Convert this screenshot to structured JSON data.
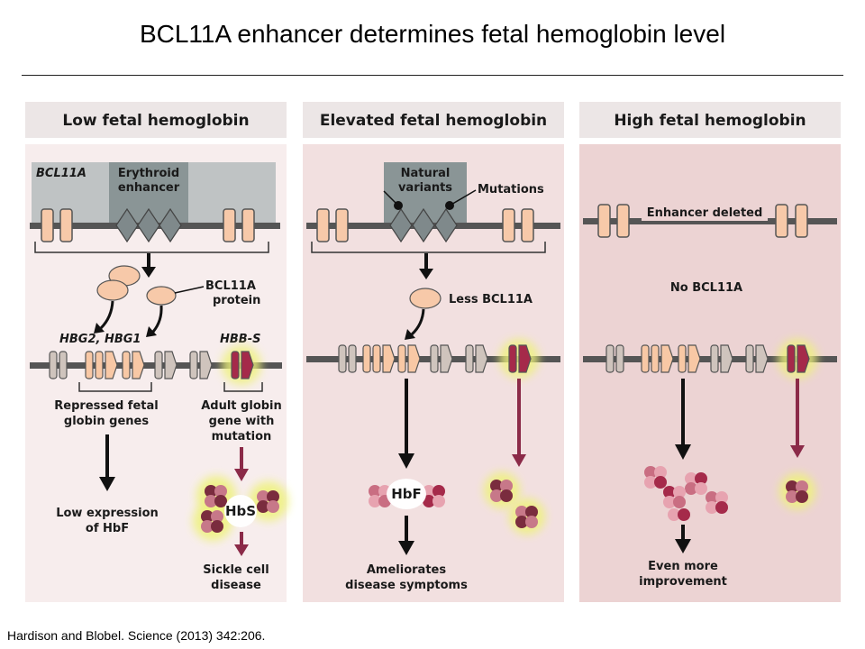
{
  "title": "BCL11A enhancer determines fetal hemoglobin level",
  "citation": "Hardison and Blobel. Science (2013) 342:206.",
  "colors": {
    "panel_low_bg": "#f7eded",
    "panel_elev_bg": "#f2e0e0",
    "panel_high_bg": "#ecd3d3",
    "header_bg": "#ece6e6",
    "enhancer_box": "#8a9596",
    "locus_gray": "#bfc3c4",
    "exon_fill": "#f7c9a9",
    "fetal_gene": "#f8c8a5",
    "adult_gene": "#a52a4a",
    "highlight_glow": "#eef27a",
    "arrow_black": "#111111",
    "arrow_maroon": "#8b2a48"
  },
  "panels": {
    "low": {
      "header": "Low fetal hemoglobin",
      "locus_label": "BCL11A",
      "enhancer_label_1": "Erythroid",
      "enhancer_label_2": "enhancer",
      "protein_label_1": "BCL11A",
      "protein_label_2": "protein",
      "fetal_genes_label": "HBG2, HBG1",
      "adult_gene_label": "HBB-S",
      "repressed_1": "Repressed fetal",
      "repressed_2": "globin genes",
      "adult_1": "Adult globin",
      "adult_2": "gene with",
      "adult_3": "mutation",
      "low_expr_1": "Low expression",
      "low_expr_2": "of HbF",
      "hbs_label": "HbS",
      "outcome_1": "Sickle cell",
      "outcome_2": "disease"
    },
    "elevated": {
      "header": "Elevated fetal hemoglobin",
      "variants_1": "Natural",
      "variants_2": "variants",
      "mutations": "Mutations",
      "less_bcl11a": "Less BCL11A",
      "hbf_label": "HbF",
      "outcome_1": "Ameliorates",
      "outcome_2": "disease symptoms"
    },
    "high": {
      "header": "High fetal hemoglobin",
      "enhancer_deleted": "Enhancer deleted",
      "no_bcl11a": "No BCL11A",
      "outcome_1": "Even more",
      "outcome_2": "improvement"
    }
  }
}
